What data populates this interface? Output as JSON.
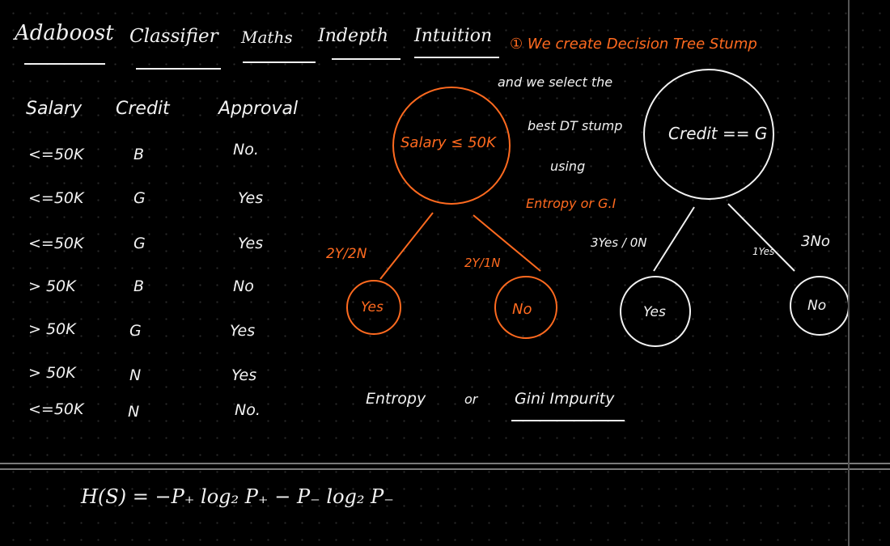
{
  "title": {
    "words": [
      "Adaboost",
      "Classifier",
      "Maths",
      "Indepth",
      "Intuition"
    ]
  },
  "step_note": {
    "line1": "① We create Decision Tree Stump",
    "line2": "and we select the",
    "line3": "best DT stump",
    "line4": "using",
    "line5": "Entropy or G.I"
  },
  "table": {
    "headers": [
      "Salary",
      "Credit",
      "Approval"
    ],
    "rows": [
      [
        "<=50K",
        "B",
        "No."
      ],
      [
        "<=50K",
        "G",
        "Yes"
      ],
      [
        "<=50K",
        "G",
        "Yes"
      ],
      [
        "> 50K",
        "B",
        "No"
      ],
      [
        "> 50K",
        "G",
        "Yes"
      ],
      [
        "> 50K",
        "N",
        "Yes"
      ],
      [
        "<=50K",
        "N",
        "No."
      ]
    ]
  },
  "stump_salary": {
    "root": "Salary ≤ 50K",
    "left_edge": "2Y/2N",
    "right_edge": "2Y/1N",
    "left_leaf": "Yes",
    "right_leaf": "No",
    "color": "#ff6a1f"
  },
  "stump_credit": {
    "root": "Credit == G",
    "left_edge": "3Yes / 0N",
    "right_edge_a": "1Yes",
    "right_edge_b": "3No",
    "left_leaf": "Yes",
    "right_leaf": "No",
    "color": "#f2f2f2"
  },
  "bottom_note": {
    "entropy": "Entropy",
    "or": "or",
    "gini": "Gini Impurity"
  },
  "formula": "H(S) = −P₊ log₂ P₊ − P₋ log₂ P₋"
}
